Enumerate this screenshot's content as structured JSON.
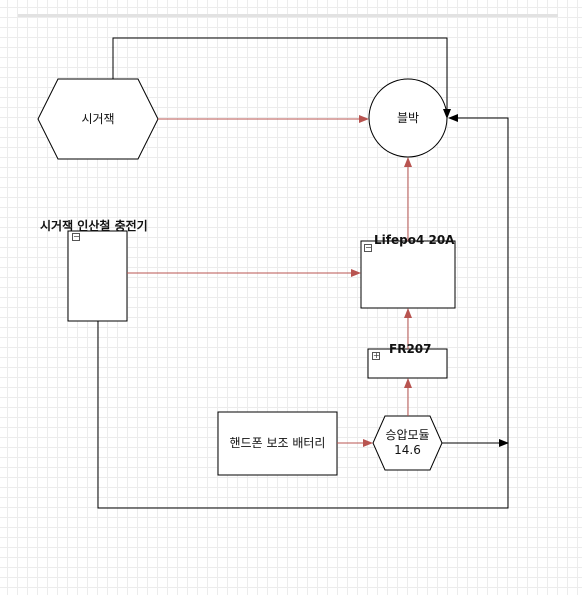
{
  "diagram": {
    "colors": {
      "background": "#ffffff",
      "grid": "#ececec",
      "stroke": "#000000",
      "power_line": "#b85450"
    },
    "nodes": {
      "tracking_jack": {
        "label": "시거잭"
      },
      "block": {
        "label": "블박"
      },
      "jack_charger": {
        "label": "시거잭 인산철 충전기",
        "toggle": "−"
      },
      "lifepo4": {
        "label": "Lifepo4 20A",
        "toggle": "−"
      },
      "fr207": {
        "label": "FR207",
        "toggle": "+"
      },
      "power_bank": {
        "label": "핸드폰 보조 배터리"
      },
      "boost_module": {
        "label": "승압모듈\n14.6"
      }
    }
  }
}
